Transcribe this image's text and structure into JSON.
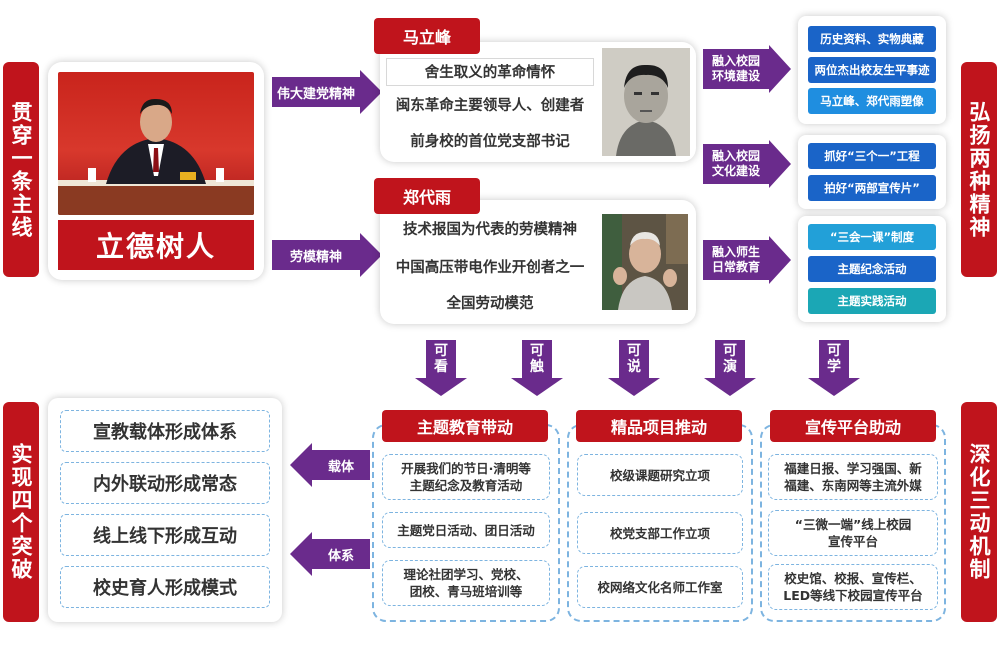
{
  "left_vertical_top": "贯穿一条主线",
  "left_vertical_bottom": "实现四个突破",
  "right_vertical_top": "弘扬两种精神",
  "right_vertical_bottom": "深化三动机制",
  "main_theme": "立德树人",
  "arrow_spirit_1": "伟大建党精神",
  "arrow_spirit_2": "劳模精神",
  "person_1": {
    "name": "马立峰",
    "lines": [
      "舍生取义的革命情怀",
      "闽东革命主要领导人、创建者",
      "前身校的首位党支部书记"
    ]
  },
  "person_2": {
    "name": "郑代雨",
    "lines": [
      "技术报国为代表的劳模精神",
      "中国高压带电作业开创者之一",
      "全国劳动模范"
    ]
  },
  "integrations": [
    {
      "label": "融入校园\n环境建设",
      "items": [
        "历史资料、实物典藏",
        "两位杰出校友生平事迹",
        "马立峰、郑代雨塑像"
      ],
      "color": "#1a64c8"
    },
    {
      "label": "融入校园\n文化建设",
      "items": [
        "抓好“三个一”工程",
        "拍好“两部宣传片”"
      ],
      "color": "#1a64c8"
    },
    {
      "label": "融入师生\n日常教育",
      "items": [
        "“三会一课”制度",
        "主题纪念活动",
        "主题实践活动"
      ],
      "colors": [
        "#22a0d8",
        "#1a64c8",
        "#1ba7b5"
      ]
    }
  ],
  "down_arrows": [
    "可看",
    "可触",
    "可说",
    "可演",
    "可学"
  ],
  "mechanisms": [
    {
      "title": "主题教育带动",
      "items": [
        "开展我们的节日·清明等\n主题纪念及教育活动",
        "主题党日活动、团日活动",
        "理论社团学习、党校、\n团校、青马班培训等"
      ]
    },
    {
      "title": "精品项目推动",
      "items": [
        "校级课题研究立项",
        "校党支部工作立项",
        "校网络文化名师工作室"
      ]
    },
    {
      "title": "宣传平台助动",
      "items": [
        "福建日报、学习强国、新\n福建、东南网等主流外媒",
        "“三微一端”线上校园\n宣传平台",
        "校史馆、校报、宣传栏、\nLED等线下校园宣传平台"
      ]
    }
  ],
  "breakthroughs": [
    "宣教载体形成体系",
    "内外联动形成常态",
    "线上线下形成互动",
    "校史育人形成模式"
  ],
  "left_arrows": [
    "载体",
    "体系"
  ],
  "colors": {
    "red": "#c0141c",
    "purple": "#6a2b8c",
    "blue": "#1a64c8",
    "dash_blue": "#7db4e0"
  }
}
